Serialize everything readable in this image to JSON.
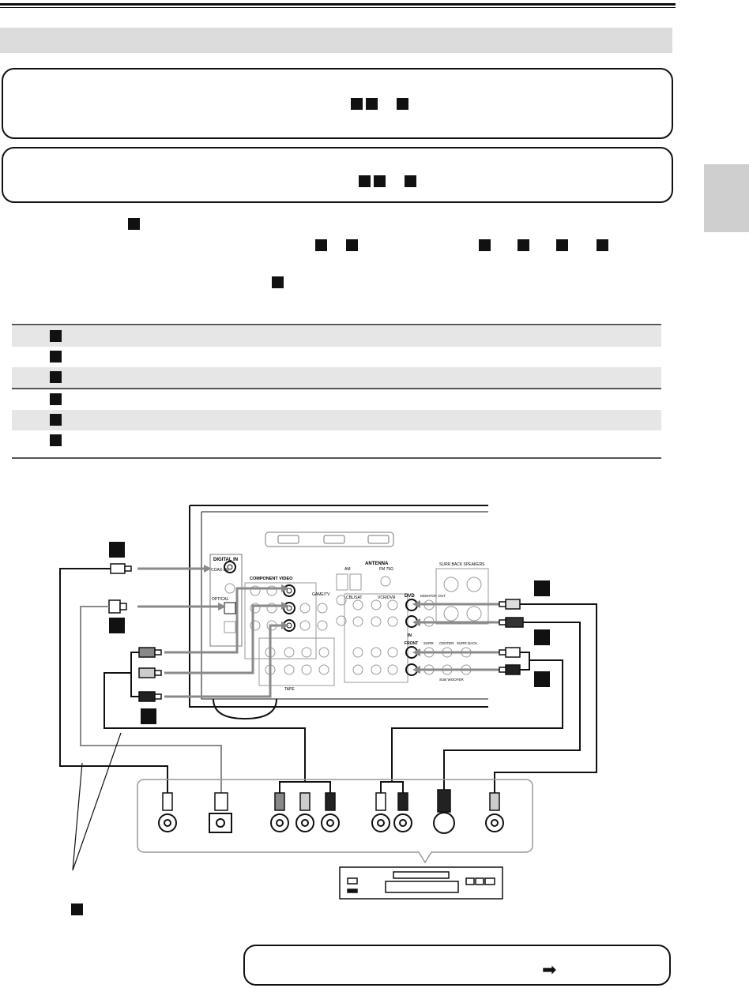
{
  "page": {
    "section_title": "",
    "side_tab": ""
  },
  "diagram": {
    "callouts": [
      {
        "label": ""
      }
    ],
    "rear_panel": {
      "digital_in_label": "DIGITAL IN",
      "coaxial_label": "COAX-IAL",
      "optical_label": "OPTICAL",
      "component_video_label": "COMPONENT VIDEO",
      "antenna_label": "ANTENNA",
      "am_label": "AM",
      "fm_label": "FM 75Ω",
      "surr_back_label": "SURR BACK SPEAKERS",
      "dvd_label": "DVD",
      "monitor_out_label": "MONITOR OUT",
      "front_label": "FRONT",
      "surr_label": "SURR",
      "center_label": "CENTER",
      "surr_back_small_label": "SURR BACK",
      "subwoofer_label": "SUB WOOFER",
      "cbl_sat_label": "CBL/SAT",
      "vcr_dvr_label": "VCR/DVR",
      "tape_label": "TAPE",
      "game_tv_label": "GAME/TV",
      "in_label": "IN",
      "out_label": "OUT"
    }
  },
  "colors": {
    "ink": "#111111",
    "gray_cable": "#8a8a8a",
    "shade": "#e6e6e6",
    "section_bar": "#dcdcdc"
  }
}
